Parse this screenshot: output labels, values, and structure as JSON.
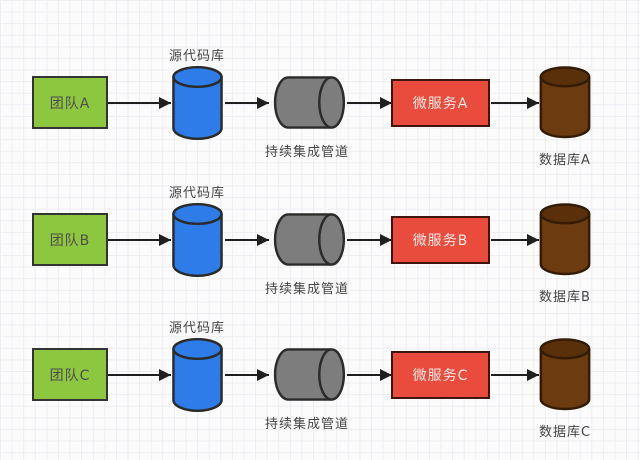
{
  "diagram": {
    "type": "architecture-flow",
    "description": "Three independent team pipelines from team to source repo to CI pipeline to microservice to database",
    "background": "grid-paper"
  },
  "rows": [
    {
      "team": "团队A",
      "repo_label": "源代码库",
      "pipeline_label": "持续集成管道",
      "service": "微服务A",
      "database": "数据库A"
    },
    {
      "team": "团队B",
      "repo_label": "源代码库",
      "pipeline_label": "持续集成管道",
      "service": "微服务B",
      "database": "数据库B"
    },
    {
      "team": "团队C",
      "repo_label": "源代码库",
      "pipeline_label": "持续集成管道",
      "service": "微服务C",
      "database": "数据库C"
    }
  ],
  "colors": {
    "team_box_fill": "#8dc63f",
    "team_box_border": "#333333",
    "team_text": "#4e4e4e",
    "repo_cylinder_fill": "#2d7ce8",
    "pipeline_cylinder_fill": "#7d7d7d",
    "service_box_fill": "#e94c3d",
    "service_box_border": "#401510",
    "service_text": "#fbeae6",
    "database_cylinder_fill": "#6d3b10",
    "database_cylinder_top": "#5a300a",
    "shape_outline": "#2b2b2b",
    "arrow": "#1f1f1f",
    "label_text": "#454545",
    "grid_line": "#eeeef2",
    "background": "#fbfbfc"
  }
}
